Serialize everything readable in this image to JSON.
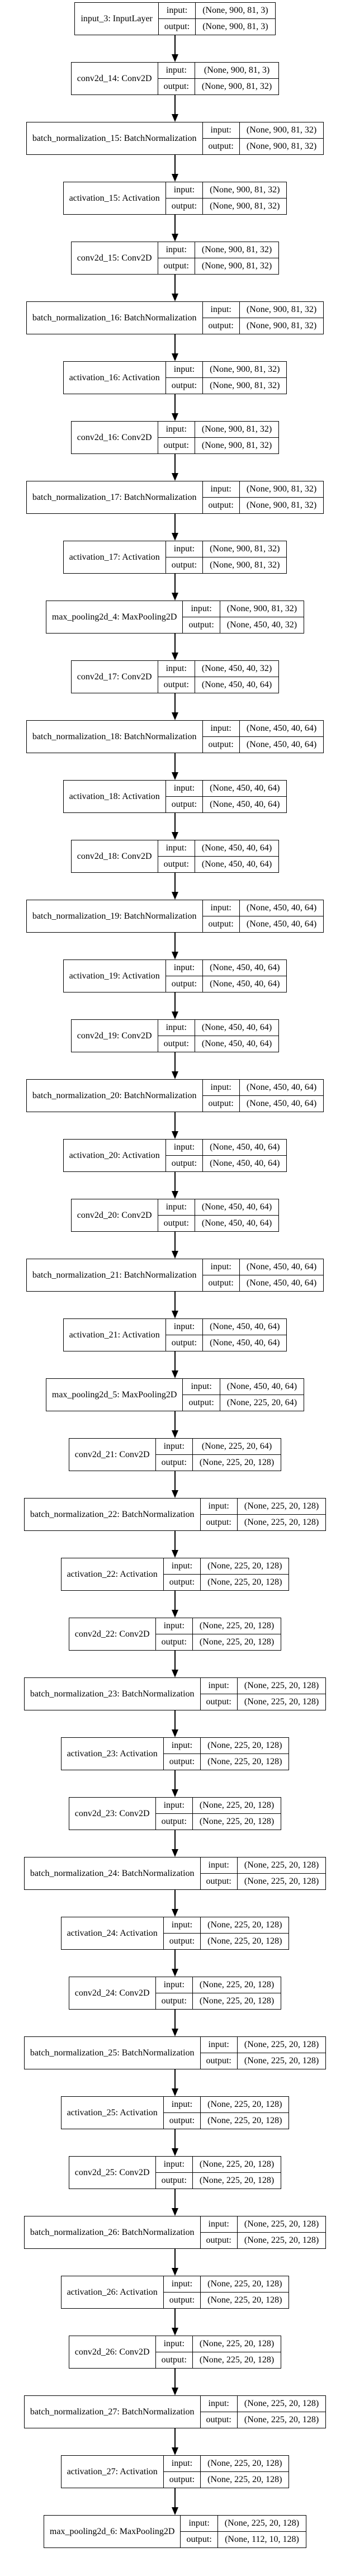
{
  "diagram": {
    "kind": "keras-model-architecture",
    "background_color": "#ffffff",
    "node_fill_color": "#ffffff",
    "node_border_color": "#000000",
    "edge_color": "#000000",
    "io_labels": {
      "input": "input:",
      "output": "output:"
    },
    "nodes": [
      {
        "label": "input_3: InputLayer",
        "input": "(None, 900, 81, 3)",
        "output": "(None, 900, 81, 3)"
      },
      {
        "label": "conv2d_14: Conv2D",
        "input": "(None, 900, 81, 3)",
        "output": "(None, 900, 81, 32)"
      },
      {
        "label": "batch_normalization_15: BatchNormalization",
        "input": "(None, 900, 81, 32)",
        "output": "(None, 900, 81, 32)"
      },
      {
        "label": "activation_15: Activation",
        "input": "(None, 900, 81, 32)",
        "output": "(None, 900, 81, 32)"
      },
      {
        "label": "conv2d_15: Conv2D",
        "input": "(None, 900, 81, 32)",
        "output": "(None, 900, 81, 32)"
      },
      {
        "label": "batch_normalization_16: BatchNormalization",
        "input": "(None, 900, 81, 32)",
        "output": "(None, 900, 81, 32)"
      },
      {
        "label": "activation_16: Activation",
        "input": "(None, 900, 81, 32)",
        "output": "(None, 900, 81, 32)"
      },
      {
        "label": "conv2d_16: Conv2D",
        "input": "(None, 900, 81, 32)",
        "output": "(None, 900, 81, 32)"
      },
      {
        "label": "batch_normalization_17: BatchNormalization",
        "input": "(None, 900, 81, 32)",
        "output": "(None, 900, 81, 32)"
      },
      {
        "label": "activation_17: Activation",
        "input": "(None, 900, 81, 32)",
        "output": "(None, 900, 81, 32)"
      },
      {
        "label": "max_pooling2d_4: MaxPooling2D",
        "input": "(None, 900, 81, 32)",
        "output": "(None, 450, 40, 32)"
      },
      {
        "label": "conv2d_17: Conv2D",
        "input": "(None, 450, 40, 32)",
        "output": "(None, 450, 40, 64)"
      },
      {
        "label": "batch_normalization_18: BatchNormalization",
        "input": "(None, 450, 40, 64)",
        "output": "(None, 450, 40, 64)"
      },
      {
        "label": "activation_18: Activation",
        "input": "(None, 450, 40, 64)",
        "output": "(None, 450, 40, 64)"
      },
      {
        "label": "conv2d_18: Conv2D",
        "input": "(None, 450, 40, 64)",
        "output": "(None, 450, 40, 64)"
      },
      {
        "label": "batch_normalization_19: BatchNormalization",
        "input": "(None, 450, 40, 64)",
        "output": "(None, 450, 40, 64)"
      },
      {
        "label": "activation_19: Activation",
        "input": "(None, 450, 40, 64)",
        "output": "(None, 450, 40, 64)"
      },
      {
        "label": "conv2d_19: Conv2D",
        "input": "(None, 450, 40, 64)",
        "output": "(None, 450, 40, 64)"
      },
      {
        "label": "batch_normalization_20: BatchNormalization",
        "input": "(None, 450, 40, 64)",
        "output": "(None, 450, 40, 64)"
      },
      {
        "label": "activation_20: Activation",
        "input": "(None, 450, 40, 64)",
        "output": "(None, 450, 40, 64)"
      },
      {
        "label": "conv2d_20: Conv2D",
        "input": "(None, 450, 40, 64)",
        "output": "(None, 450, 40, 64)"
      },
      {
        "label": "batch_normalization_21: BatchNormalization",
        "input": "(None, 450, 40, 64)",
        "output": "(None, 450, 40, 64)"
      },
      {
        "label": "activation_21: Activation",
        "input": "(None, 450, 40, 64)",
        "output": "(None, 450, 40, 64)"
      },
      {
        "label": "max_pooling2d_5: MaxPooling2D",
        "input": "(None, 450, 40, 64)",
        "output": "(None, 225, 20, 64)"
      },
      {
        "label": "conv2d_21: Conv2D",
        "input": "(None, 225, 20, 64)",
        "output": "(None, 225, 20, 128)"
      },
      {
        "label": "batch_normalization_22: BatchNormalization",
        "input": "(None, 225, 20, 128)",
        "output": "(None, 225, 20, 128)"
      },
      {
        "label": "activation_22: Activation",
        "input": "(None, 225, 20, 128)",
        "output": "(None, 225, 20, 128)"
      },
      {
        "label": "conv2d_22: Conv2D",
        "input": "(None, 225, 20, 128)",
        "output": "(None, 225, 20, 128)"
      },
      {
        "label": "batch_normalization_23: BatchNormalization",
        "input": "(None, 225, 20, 128)",
        "output": "(None, 225, 20, 128)"
      },
      {
        "label": "activation_23: Activation",
        "input": "(None, 225, 20, 128)",
        "output": "(None, 225, 20, 128)"
      },
      {
        "label": "conv2d_23: Conv2D",
        "input": "(None, 225, 20, 128)",
        "output": "(None, 225, 20, 128)"
      },
      {
        "label": "batch_normalization_24: BatchNormalization",
        "input": "(None, 225, 20, 128)",
        "output": "(None, 225, 20, 128)"
      },
      {
        "label": "activation_24: Activation",
        "input": "(None, 225, 20, 128)",
        "output": "(None, 225, 20, 128)"
      },
      {
        "label": "conv2d_24: Conv2D",
        "input": "(None, 225, 20, 128)",
        "output": "(None, 225, 20, 128)"
      },
      {
        "label": "batch_normalization_25: BatchNormalization",
        "input": "(None, 225, 20, 128)",
        "output": "(None, 225, 20, 128)"
      },
      {
        "label": "activation_25: Activation",
        "input": "(None, 225, 20, 128)",
        "output": "(None, 225, 20, 128)"
      },
      {
        "label": "conv2d_25: Conv2D",
        "input": "(None, 225, 20, 128)",
        "output": "(None, 225, 20, 128)"
      },
      {
        "label": "batch_normalization_26: BatchNormalization",
        "input": "(None, 225, 20, 128)",
        "output": "(None, 225, 20, 128)"
      },
      {
        "label": "activation_26: Activation",
        "input": "(None, 225, 20, 128)",
        "output": "(None, 225, 20, 128)"
      },
      {
        "label": "conv2d_26: Conv2D",
        "input": "(None, 225, 20, 128)",
        "output": "(None, 225, 20, 128)"
      },
      {
        "label": "batch_normalization_27: BatchNormalization",
        "input": "(None, 225, 20, 128)",
        "output": "(None, 225, 20, 128)"
      },
      {
        "label": "activation_27: Activation",
        "input": "(None, 225, 20, 128)",
        "output": "(None, 225, 20, 128)"
      },
      {
        "label": "max_pooling2d_6: MaxPooling2D",
        "input": "(None, 225, 20, 128)",
        "output": "(None, 112, 10, 128)"
      }
    ]
  }
}
